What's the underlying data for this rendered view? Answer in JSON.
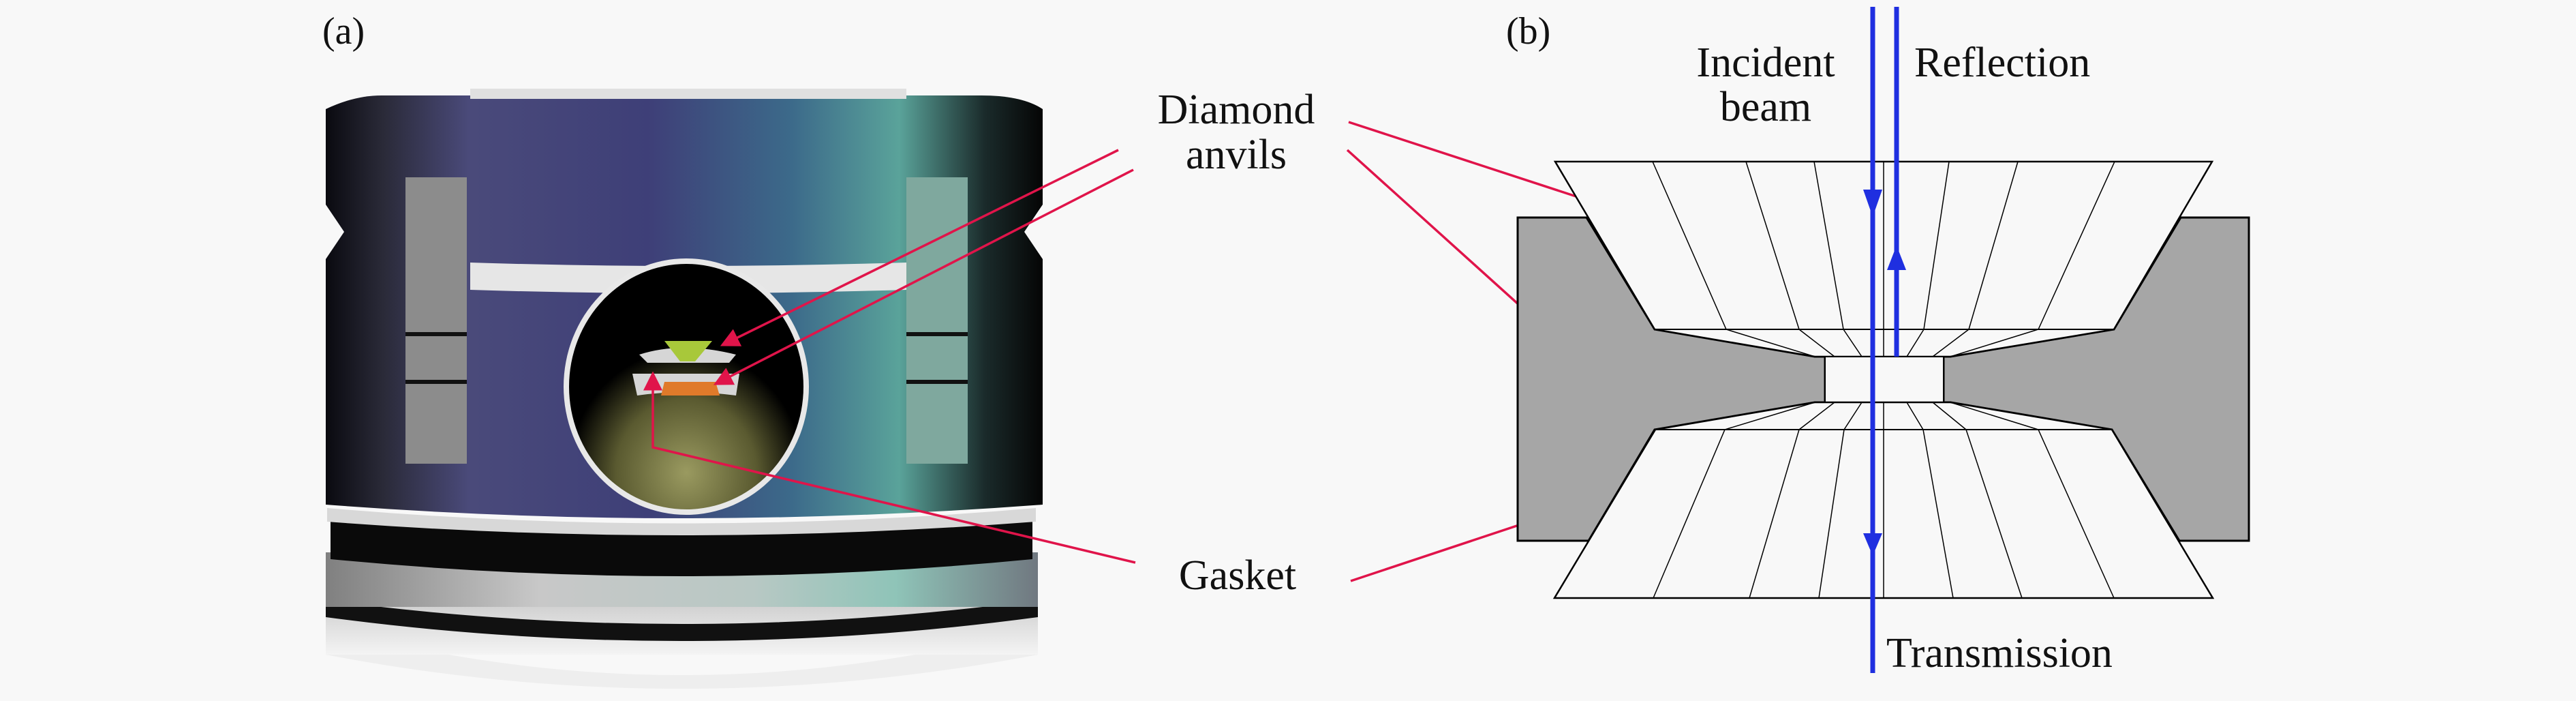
{
  "figure": {
    "panel_a": {
      "label": "(a)",
      "description": "Photograph of diamond anvil cell"
    },
    "panel_b": {
      "label": "(b)",
      "description": "Schematic cross-section of diamond anvil cell"
    },
    "callouts": {
      "diamond_anvils_line1": "Diamond",
      "diamond_anvils_line2": "anvils",
      "gasket": "Gasket"
    },
    "beams": {
      "incident_line1": "Incident",
      "incident_line2": "beam",
      "reflection": "Reflection",
      "transmission": "Transmission"
    },
    "colors": {
      "beam": "#1f2fe0",
      "callout_arrow": "#e0144a",
      "gasket_fill": "#a6a6a6",
      "anvil_fill": "#f8f8f8",
      "background": "#f8f8f8"
    }
  }
}
